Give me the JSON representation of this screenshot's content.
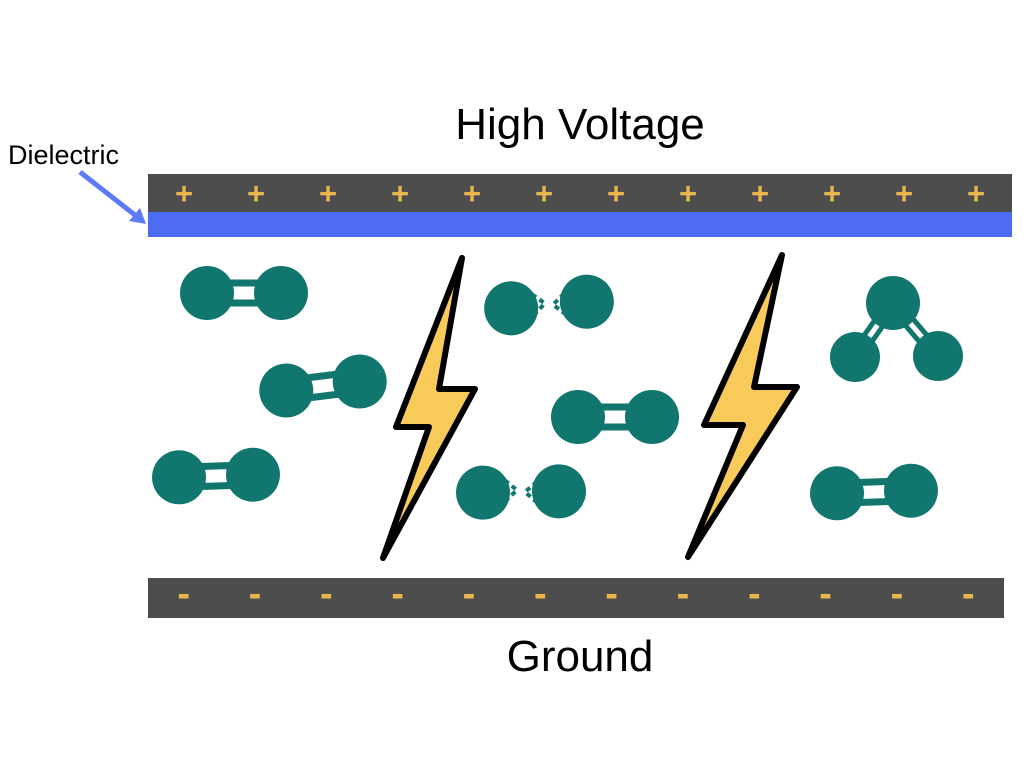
{
  "labels": {
    "title": "High Voltage",
    "ground": "Ground",
    "dielectric": "Dielectric"
  },
  "electrodes": {
    "top": {
      "symbol": "+",
      "symbol_count": 12
    },
    "bottom": {
      "symbol": "-",
      "symbol_count": 12
    }
  },
  "colors": {
    "background": "#ffffff",
    "electrode_bar": "#4d4d4d",
    "charge_symbol": "#e8b64c",
    "dielectric_layer": "#4d6bf3",
    "molecule": "#11766e",
    "lightning_fill": "#f7ca59",
    "lightning_outline": "#000000",
    "arrow": "#5d7bf7",
    "text": "#000000"
  }
}
